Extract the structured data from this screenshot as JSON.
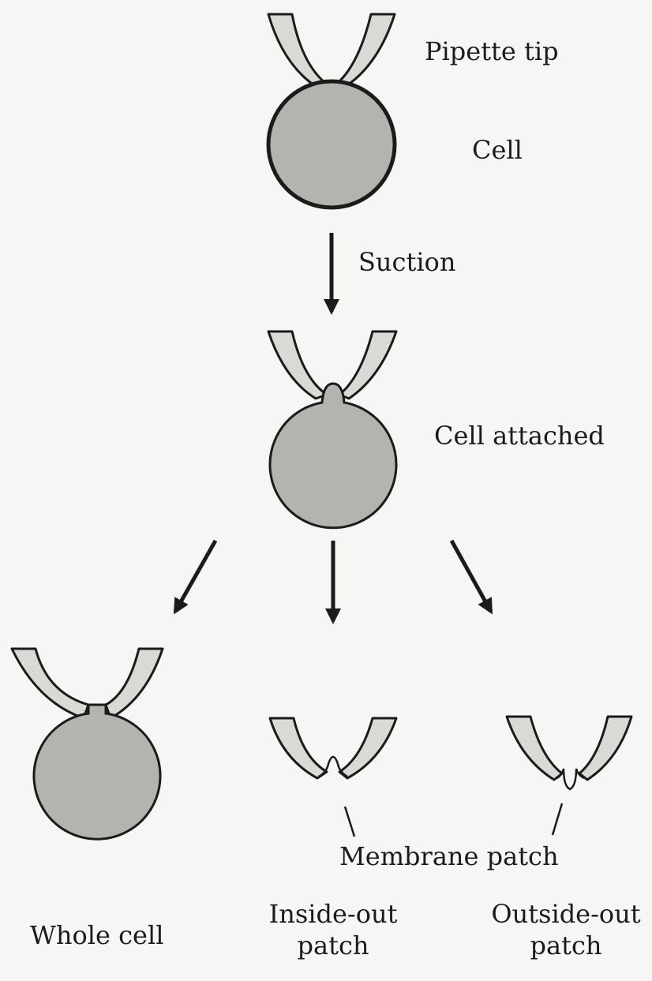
{
  "labels": {
    "pipette_tip": "Pipette tip",
    "cell": "Cell",
    "suction": "Suction",
    "cell_attached": "Cell attached",
    "membrane_patch": "Membrane patch",
    "whole_cell": "Whole cell",
    "inside_out_line1": "Inside-out",
    "inside_out_line2": "patch",
    "outside_out_line1": "Outside-out",
    "outside_out_line2": "patch"
  },
  "colors": {
    "cell_fill": "#b3b3b0",
    "pipette_fill": "#d9d9d6",
    "stroke": "#1b1b1b",
    "background": "#f6f6f4"
  }
}
